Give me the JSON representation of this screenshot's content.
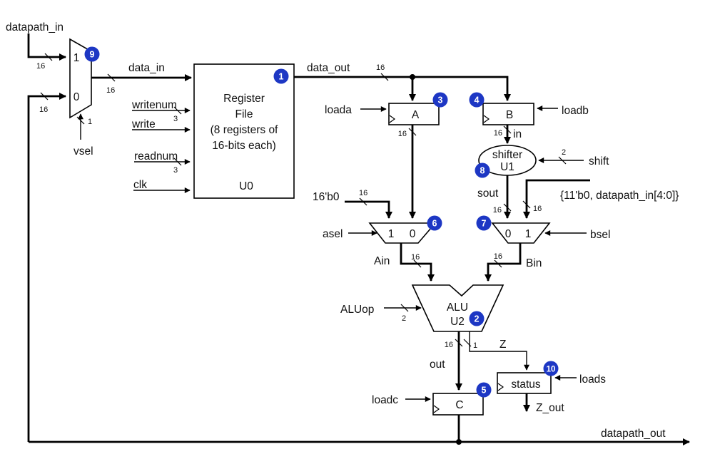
{
  "colors": {
    "badge_blue": "#1d37c4",
    "wire": "#000000",
    "background": "#ffffff"
  },
  "signals": {
    "datapath_in": "datapath_in",
    "data_in": "data_in",
    "writenum": "writenum",
    "write": "write",
    "readnum": "readnum",
    "clk": "clk",
    "vsel": "vsel",
    "data_out": "data_out",
    "loada": "loada",
    "loadb": "loadb",
    "loadc": "loadc",
    "loads": "loads",
    "in": "in",
    "shift": "shift",
    "sout": "sout",
    "zero_const": "16'b0",
    "imm_const": "{11'b0, datapath_in[4:0]}",
    "asel": "asel",
    "bsel": "bsel",
    "Ain": "Ain",
    "Bin": "Bin",
    "ALUop": "ALUop",
    "out": "out",
    "Z": "Z",
    "Z_out": "Z_out",
    "datapath_out": "datapath_out"
  },
  "blocks": {
    "regfile": {
      "line1": "Register",
      "line2": "File",
      "line3": "(8 registers of",
      "line4": "16-bits each)",
      "instance": "U0"
    },
    "regA": "A",
    "regB": "B",
    "regC": "C",
    "status": "status",
    "shifter": {
      "name": "shifter",
      "instance": "U1"
    },
    "alu": {
      "name": "ALU",
      "instance": "U2"
    }
  },
  "mux": {
    "vsel_in1": "1",
    "vsel_in0": "0",
    "asel_in1": "1",
    "asel_in0": "0",
    "bsel_in0": "0",
    "bsel_in1": "1"
  },
  "widths": {
    "w16": "16",
    "w3": "3",
    "w2": "2",
    "w1": "1"
  },
  "badges": {
    "b1": "1",
    "b2": "2",
    "b3": "3",
    "b4": "4",
    "b5": "5",
    "b6": "6",
    "b7": "7",
    "b8": "8",
    "b9": "9",
    "b10": "10"
  }
}
